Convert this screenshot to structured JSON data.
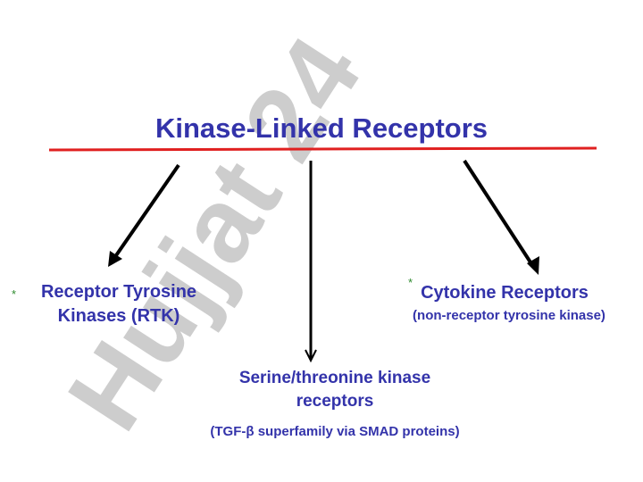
{
  "title": "Kinase-Linked Receptors",
  "watermark": "Hujjat 24",
  "branches": {
    "rtk": {
      "line1": "Receptor Tyrosine",
      "line2": "Kinases (RTK)",
      "marker": "*"
    },
    "cytokine": {
      "label": "Cytokine Receptors",
      "note": "(non-receptor tyrosine kinase)",
      "marker": "*"
    },
    "serine": {
      "line1": "Serine/threonine kinase",
      "line2": "receptors",
      "note": "(TGF-β superfamily via SMAD proteins)"
    }
  },
  "colors": {
    "title": "#3333aa",
    "rule": "#e02020",
    "watermark": "#c8c8c8",
    "marker": "#2e8b2e",
    "arrow": "#000000"
  }
}
